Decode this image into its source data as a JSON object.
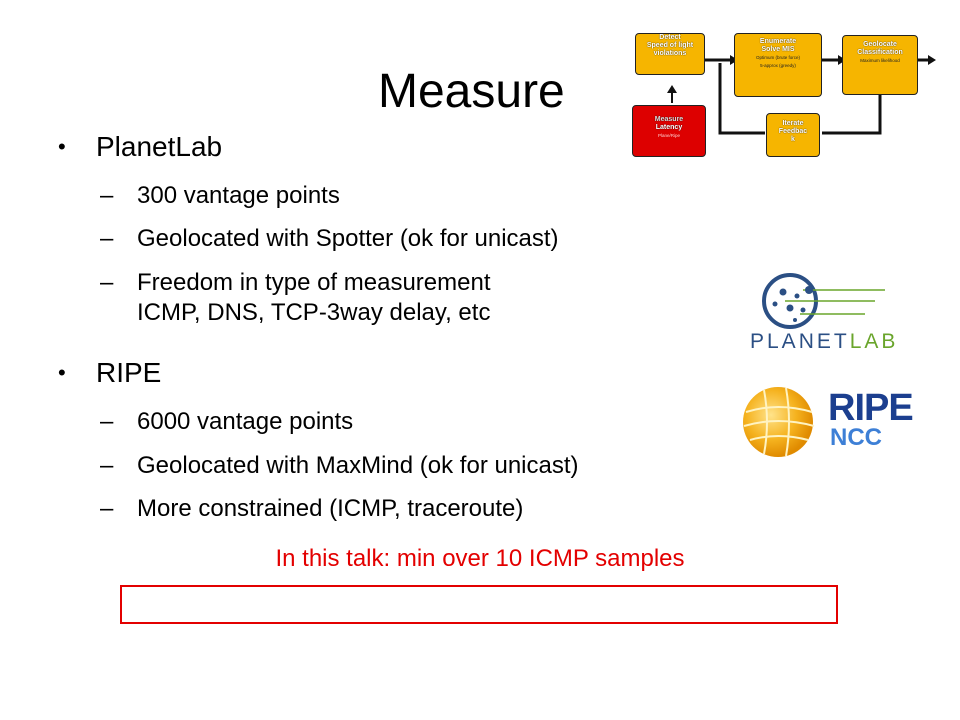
{
  "slide": {
    "title": "Measure",
    "sections": [
      {
        "label": "PlanetLab",
        "items": [
          "300 vantage points",
          "Geolocated with Spotter (ok for unicast)",
          "Freedom in type of measurement",
          "ICMP, DNS, TCP-3way delay, etc"
        ]
      },
      {
        "label": "RIPE",
        "items": [
          "6000 vantage points",
          "Geolocated with MaxMind (ok for unicast)",
          "More constrained (ICMP, traceroute)"
        ]
      }
    ],
    "note": "In this talk: min over 10 ICMP samples"
  },
  "diagram": {
    "detect": {
      "title": "Detect",
      "line2": "Speed of light",
      "line3": "violations"
    },
    "enumerate": {
      "title": "Enumerate",
      "line2": "Solve MIS",
      "line3": "Optimum (brute force)",
      "line4": "5-approx (greedy)"
    },
    "geolocate": {
      "title": "Geolocate",
      "line2": "Classification",
      "line3": "Maximum likelihood"
    },
    "measure": {
      "title": "Measure",
      "line2": "Latency",
      "line3": "Plane/Ripe"
    },
    "iterate": {
      "title": "Iterate",
      "line2": "Feedbac",
      "line3": "k"
    }
  },
  "logos": {
    "planetlab": {
      "part1": "PLANET",
      "part2": "LAB"
    },
    "ripe": {
      "line1": "RIPE",
      "line2": "NCC"
    }
  },
  "colors": {
    "note_red": "#e30000",
    "node_yellow": "#f6b500",
    "node_red": "#dd0000",
    "ripe_blue": "#1c3f8f",
    "planetlab_green": "#6aa52c"
  }
}
